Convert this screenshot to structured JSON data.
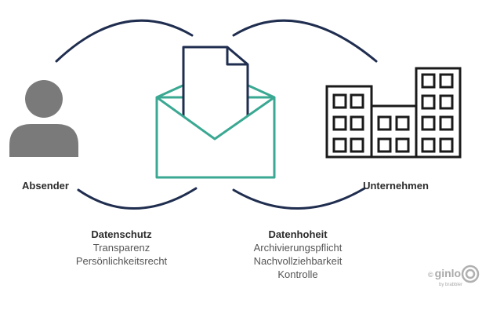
{
  "colors": {
    "arc": "#1f2d4f",
    "envelope": "#3aa892",
    "document": "#1f2d4f",
    "person": "#7a7a7a",
    "building": "#1a1a1a"
  },
  "sender": {
    "label": "Absender"
  },
  "receiver": {
    "label": "Unternehmen"
  },
  "left_block": {
    "title": "Datenschutz",
    "items": [
      "Transparenz",
      "Persönlichkeitsrecht"
    ]
  },
  "right_block": {
    "title": "Datenhoheit",
    "items": [
      "Archivierungspflicht",
      "Nachvollziehbarkeit",
      "Kontrolle"
    ]
  },
  "logo": {
    "text": "ginlo",
    "sub": "by brabbler",
    "copyright": "©"
  }
}
